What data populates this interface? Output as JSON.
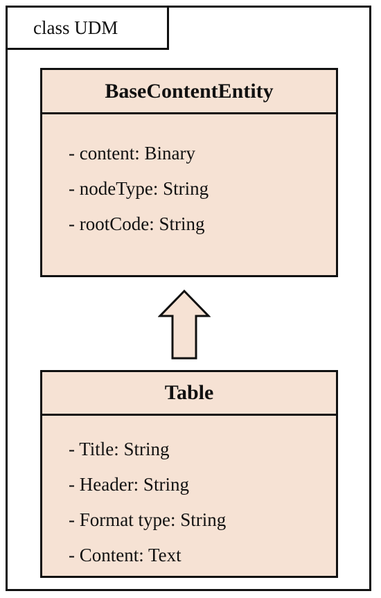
{
  "frame": {
    "label": "class UDM"
  },
  "classes": {
    "base": {
      "name": "BaseContentEntity",
      "attributes": [
        "- content: Binary",
        "- nodeType: String",
        "- rootCode: String"
      ]
    },
    "table": {
      "name": "Table",
      "attributes": [
        "- Title: String",
        "- Header: String",
        "- Format type: String",
        "- Content: Text"
      ]
    }
  },
  "colors": {
    "class_fill": "#f6e2d4",
    "line": "#111111",
    "background": "#ffffff"
  },
  "icons": {
    "inheritance": "hollow-up-arrow-icon"
  }
}
